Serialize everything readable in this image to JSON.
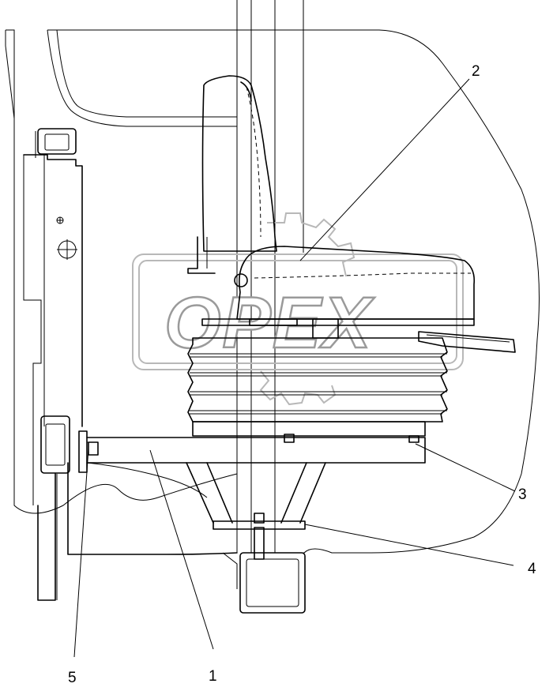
{
  "callouts": [
    {
      "id": "1",
      "label": "1"
    },
    {
      "id": "2",
      "label": "2"
    },
    {
      "id": "3",
      "label": "3"
    },
    {
      "id": "4",
      "label": "4"
    },
    {
      "id": "5",
      "label": "5"
    }
  ],
  "watermark": {
    "text": "OPEX"
  }
}
